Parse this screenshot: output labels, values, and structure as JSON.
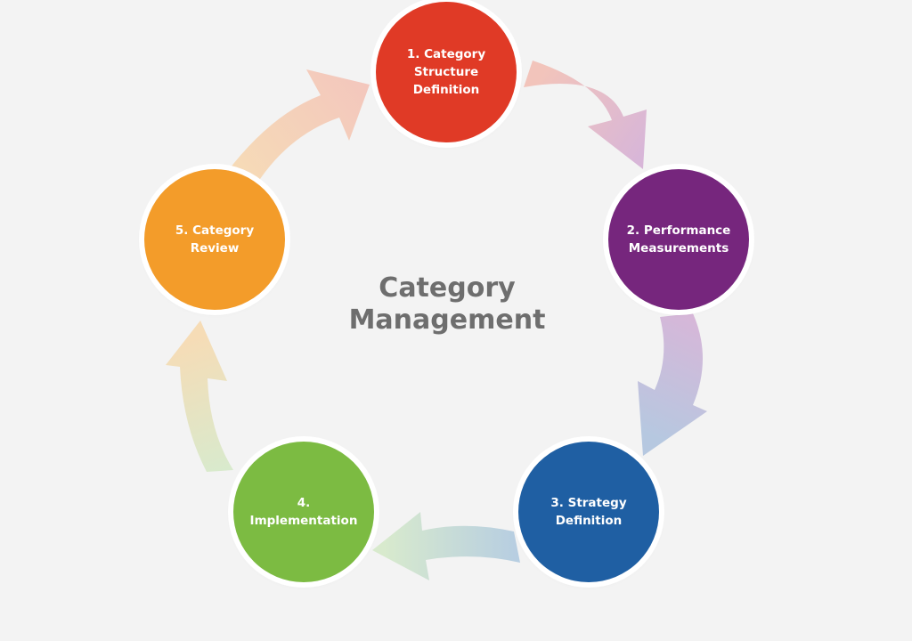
{
  "diagram": {
    "center_title": "Category\nManagement",
    "steps": [
      {
        "label": "1. Category\nStructure\nDefinition",
        "color": "#e03a26"
      },
      {
        "label": "2. Performance\nMeasurements",
        "color": "#76267d"
      },
      {
        "label": "3. Strategy\nDefinition",
        "color": "#1f5fa3"
      },
      {
        "label": "4. Implementation",
        "color": "#7cbb42"
      },
      {
        "label": "5. Category\nReview",
        "color": "#f39c2a"
      }
    ],
    "flow": "clockwise"
  }
}
